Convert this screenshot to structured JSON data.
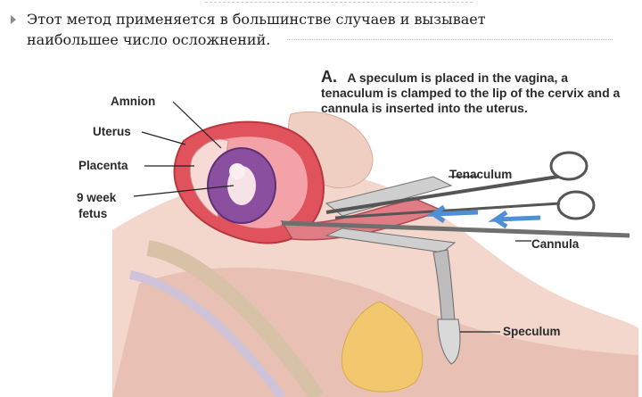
{
  "bullet": {
    "text": "Этот метод применяется в большинстве случаев и вызывает наибольшее число осложнений."
  },
  "figure": {
    "caption_letter": "A.",
    "caption_text": "A speculum is placed in the vagina, a tenaculum is clamped to the lip of the cervix and a cannula is inserted into the uterus.",
    "labels": {
      "amnion": "Amnion",
      "uterus": "Uterus",
      "placenta": "Placenta",
      "fetus_line1": "9 week",
      "fetus_line2": "fetus",
      "tenaculum": "Tenaculum",
      "cannula": "Cannula",
      "speculum": "Speculum"
    }
  }
}
